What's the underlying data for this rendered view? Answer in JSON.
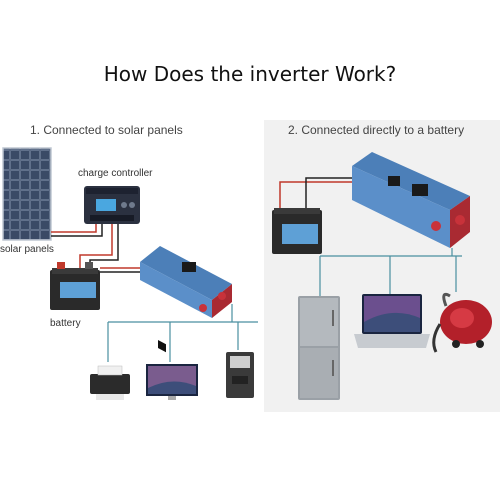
{
  "title": "How Does the inverter Work?",
  "left": {
    "heading": "1. Connected to solar panels",
    "labels": {
      "charge_controller": "charge controller",
      "solar_panels": "solar panels",
      "battery": "battery"
    }
  },
  "right": {
    "heading": "2. Connected directly to a battery"
  },
  "colors": {
    "wire_red": "#c0392b",
    "wire_black": "#222222",
    "wire_teal": "#4a8fa0",
    "inverter_blue": "#5b8fc9",
    "socket_red": "#c8323a",
    "panel_bg": "#f1f1f1"
  }
}
